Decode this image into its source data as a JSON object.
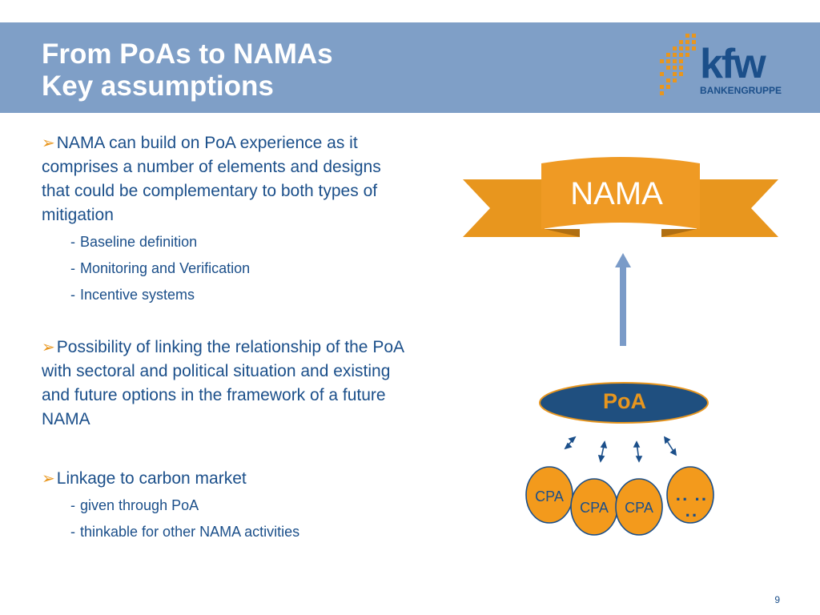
{
  "header": {
    "title_line1": "From PoAs to NAMAs",
    "title_line2": "Key assumptions"
  },
  "logo": {
    "word": "kfw",
    "sub": "BANKENGRUPPE"
  },
  "bullets": [
    {
      "text": "NAMA can build on PoA experience as it comprises a number of elements and designs that could be complementary to both types of mitigation",
      "subitems": [
        "Baseline definition",
        "Monitoring and Verification",
        "Incentive systems"
      ]
    },
    {
      "text": "Possibility of linking the relationship of the PoA with sectoral and political situation and existing and future options in the framework of a future NAMA",
      "subitems": []
    },
    {
      "text": "Linkage to carbon market",
      "subitems": [
        "given through PoA",
        "thinkable for other NAMA activities"
      ]
    }
  ],
  "diagram": {
    "nama_label": "NAMA",
    "poa_label": "PoA",
    "cpa_labels": [
      "CPA",
      "CPA",
      "CPA"
    ],
    "more_label": "·· ·· ··"
  },
  "colors": {
    "header_bg": "#7f9fc7",
    "text_blue": "#1b4f8a",
    "accent_orange": "#e8961e",
    "arrow_blue": "#7a9bc8"
  },
  "page_number": "9"
}
